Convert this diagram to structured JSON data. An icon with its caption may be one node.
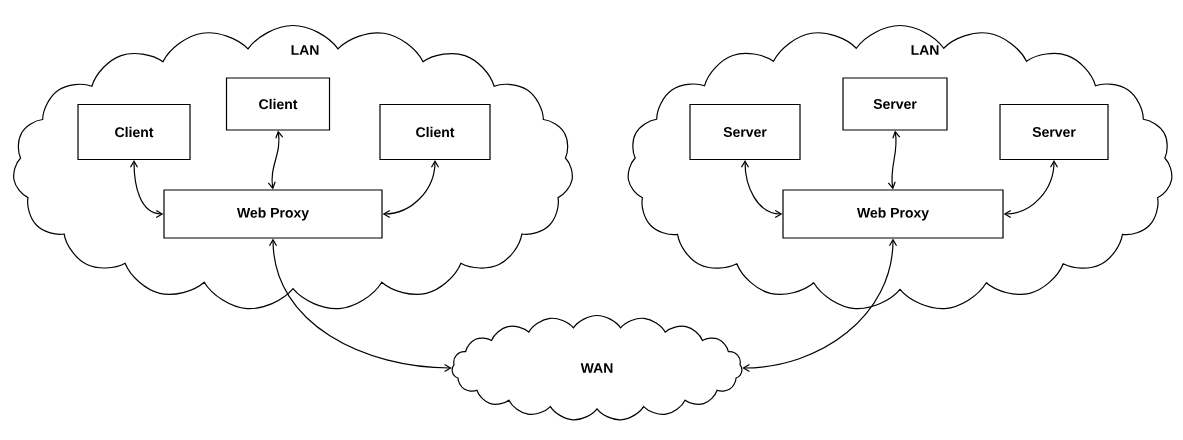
{
  "diagram": {
    "nodes": [
      {
        "text": [
          "LAN"
        ]
      },
      {
        "text": [
          "Client"
        ],
        "in": 0
      },
      {
        "text": [
          "Client"
        ],
        "in": 0
      },
      {
        "text": [
          "Client"
        ],
        "in": 0
      },
      {
        "text": [
          "Web Proxy"
        ],
        "in": 0
      },
      {
        "text": [
          "LAN"
        ]
      },
      {
        "text": [
          "Server"
        ],
        "in": 5
      },
      {
        "text": [
          "Server"
        ],
        "in": 5
      },
      {
        "text": [
          "Server"
        ],
        "in": 5
      },
      {
        "text": [
          "Web Proxy"
        ],
        "in": 5
      },
      {
        "text": [
          "WAN"
        ]
      }
    ],
    "edges": [
      {
        "from": 1,
        "to": 4,
        "arrow": "both"
      },
      {
        "from": 2,
        "to": 4,
        "arrow": "both"
      },
      {
        "from": 3,
        "to": 4,
        "arrow": "both"
      },
      {
        "from": 6,
        "to": 9,
        "arrow": "both"
      },
      {
        "from": 7,
        "to": 9,
        "arrow": "both"
      },
      {
        "from": 8,
        "to": 9,
        "arrow": "both"
      },
      {
        "from": 4,
        "to": 10,
        "arrow": "both"
      },
      {
        "from": 9,
        "to": 10,
        "arrow": "both"
      }
    ]
  }
}
